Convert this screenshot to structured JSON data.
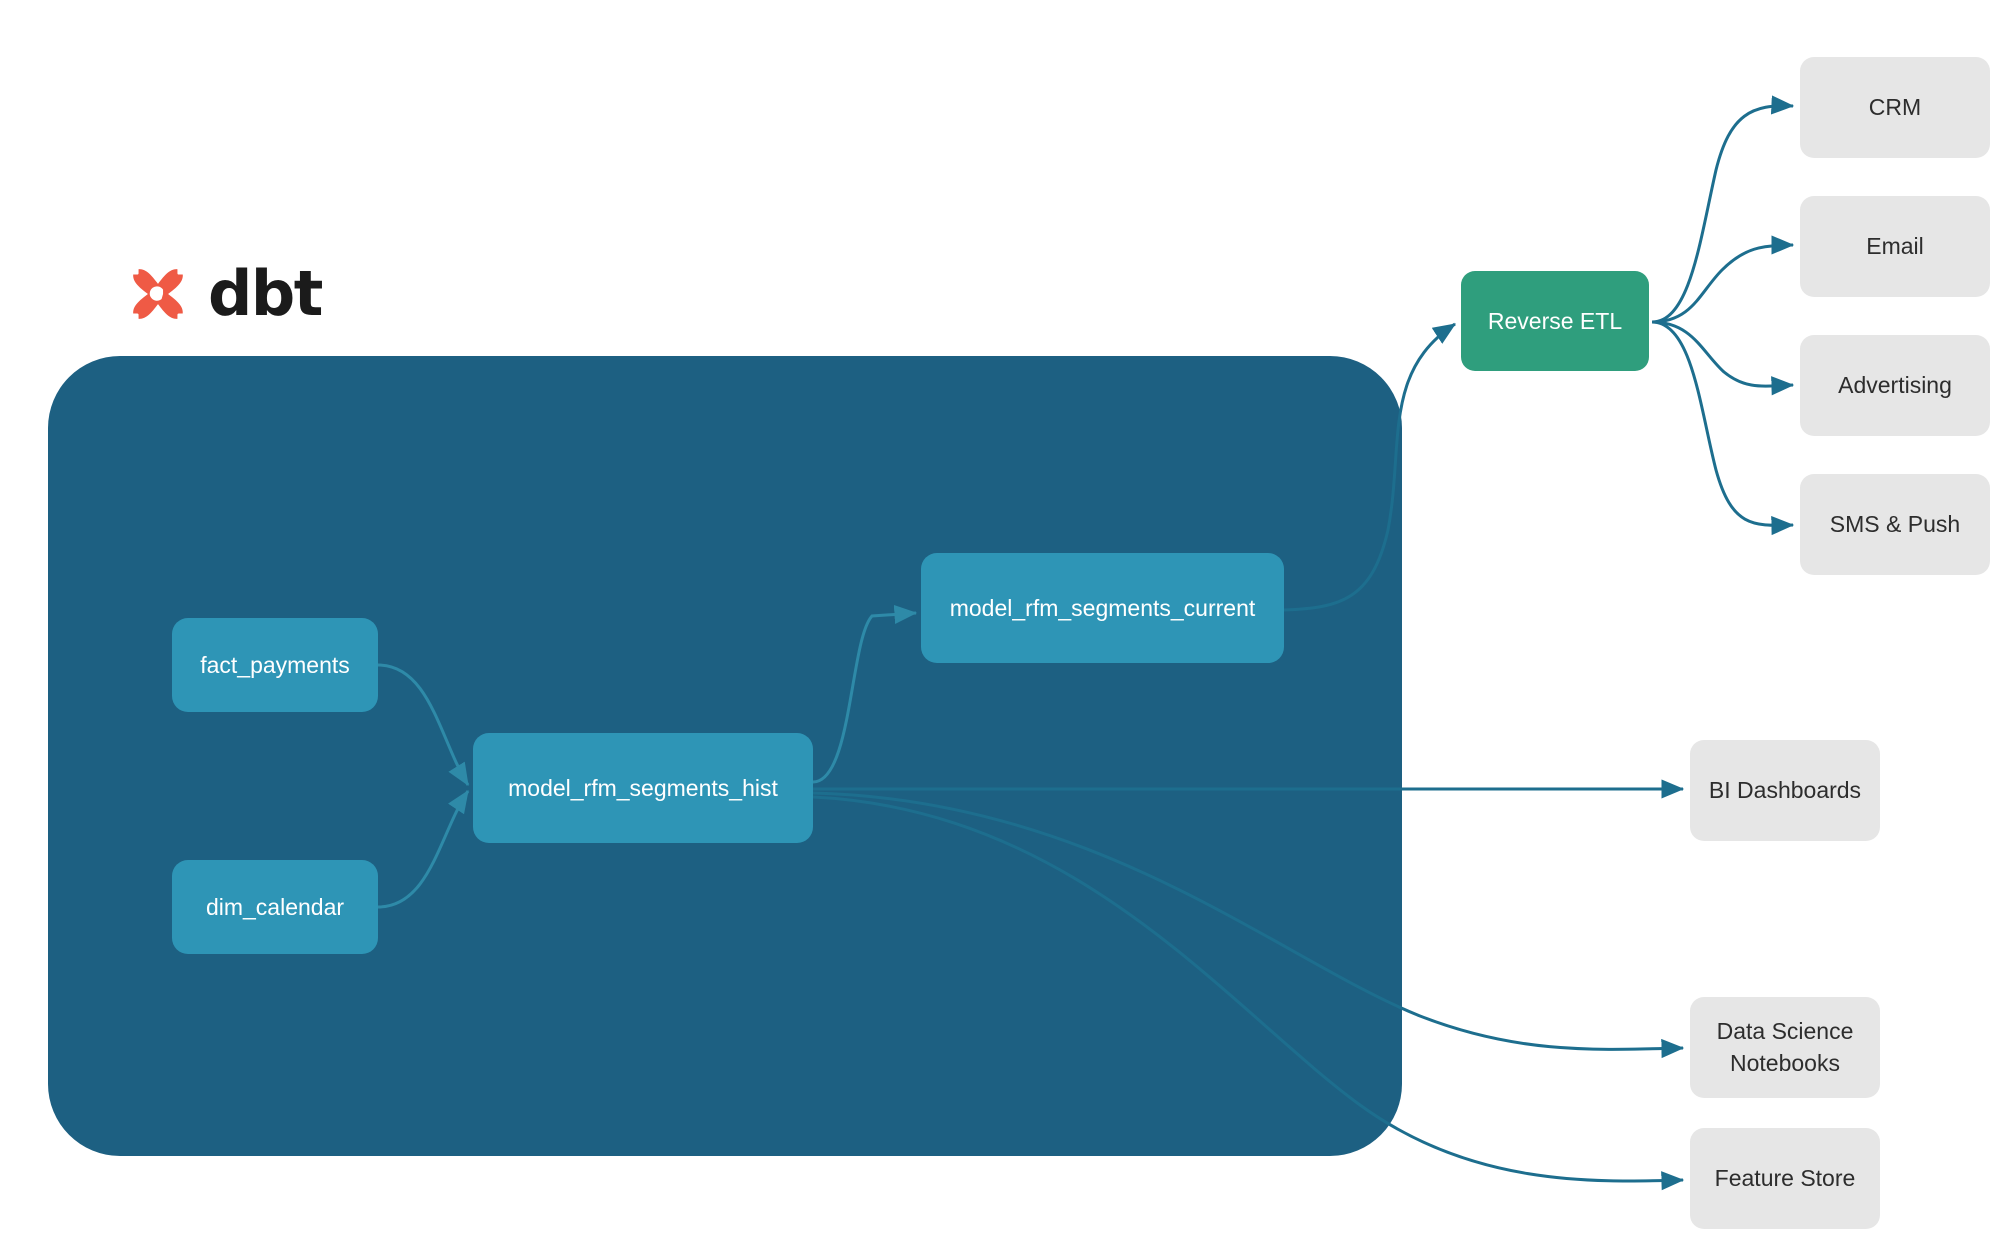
{
  "brand": {
    "logo_icon": "dbt-logo-icon",
    "wordmark": "dbt"
  },
  "colors": {
    "background": "#ffffff",
    "project_container": "#1d6082",
    "model_node": "#2e95b6",
    "activation_node": "#2f9e7d",
    "consumer_node": "#e6e6e6",
    "edge": "#1d6e8e",
    "internal_edge": "#2e8aa8",
    "model_label": "#ffffff",
    "consumer_label": "#2d2d2d",
    "brand_orange": "#ef5a45",
    "brand_wordmark": "#1b1b1b"
  },
  "project_container": {
    "name": "dbt-project-boundary"
  },
  "models": [
    {
      "id": "fact_payments",
      "label": "fact_payments",
      "kind": "source-model"
    },
    {
      "id": "dim_calendar",
      "label": "dim_calendar",
      "kind": "source-model"
    },
    {
      "id": "model_rfm_segments_hist",
      "label": "model_rfm_segments_hist",
      "kind": "transform-model"
    },
    {
      "id": "model_rfm_segments_current",
      "label": "model_rfm_segments_current",
      "kind": "transform-model"
    }
  ],
  "activation": {
    "id": "reverse_etl",
    "label": "Reverse ETL"
  },
  "consumers": [
    {
      "id": "crm",
      "label": "CRM"
    },
    {
      "id": "email",
      "label": "Email"
    },
    {
      "id": "ads",
      "label": "Advertising"
    },
    {
      "id": "sms",
      "label": "SMS & Push"
    },
    {
      "id": "bi",
      "label": "BI Dashboards"
    },
    {
      "id": "notebooks",
      "label": "Data Science\nNotebooks"
    },
    {
      "id": "feature",
      "label": "Feature Store"
    }
  ],
  "edges": [
    {
      "from": "fact_payments",
      "to": "model_rfm_segments_hist",
      "scope": "internal"
    },
    {
      "from": "dim_calendar",
      "to": "model_rfm_segments_hist",
      "scope": "internal"
    },
    {
      "from": "model_rfm_segments_hist",
      "to": "model_rfm_segments_current",
      "scope": "internal"
    },
    {
      "from": "model_rfm_segments_current",
      "to": "reverse_etl",
      "scope": "external"
    },
    {
      "from": "model_rfm_segments_hist",
      "to": "bi",
      "scope": "external"
    },
    {
      "from": "model_rfm_segments_hist",
      "to": "notebooks",
      "scope": "external"
    },
    {
      "from": "model_rfm_segments_hist",
      "to": "feature",
      "scope": "external"
    },
    {
      "from": "reverse_etl",
      "to": "crm",
      "scope": "external"
    },
    {
      "from": "reverse_etl",
      "to": "email",
      "scope": "external"
    },
    {
      "from": "reverse_etl",
      "to": "ads",
      "scope": "external"
    },
    {
      "from": "reverse_etl",
      "to": "sms",
      "scope": "external"
    }
  ]
}
